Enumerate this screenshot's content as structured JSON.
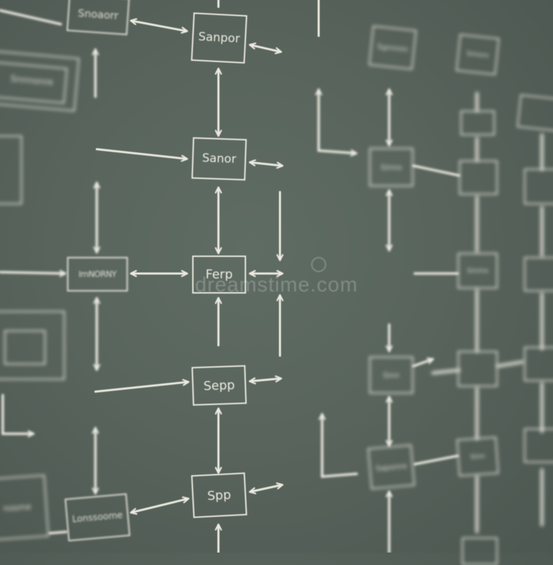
{
  "boxes": {
    "top_left": "Snoaorr",
    "sapor": "Sanpor",
    "sanor": "Sanor",
    "ferp": "Ferp",
    "sepp": "Sepp",
    "spp": "Spp",
    "mid_left": "ImNORNY",
    "bottom_left": "Lonssoome",
    "left_stack": "Snnnonre",
    "left_bottom_small": "nosme"
  },
  "blurred_right_column": [
    "Sgnnnin",
    "Sinno",
    "Sinn",
    "Sinmo",
    "Saponre",
    "Smoro",
    "Sinn"
  ],
  "watermark": {
    "text": "dreamstime.com",
    "icon": "dreamstime-logo-icon"
  }
}
